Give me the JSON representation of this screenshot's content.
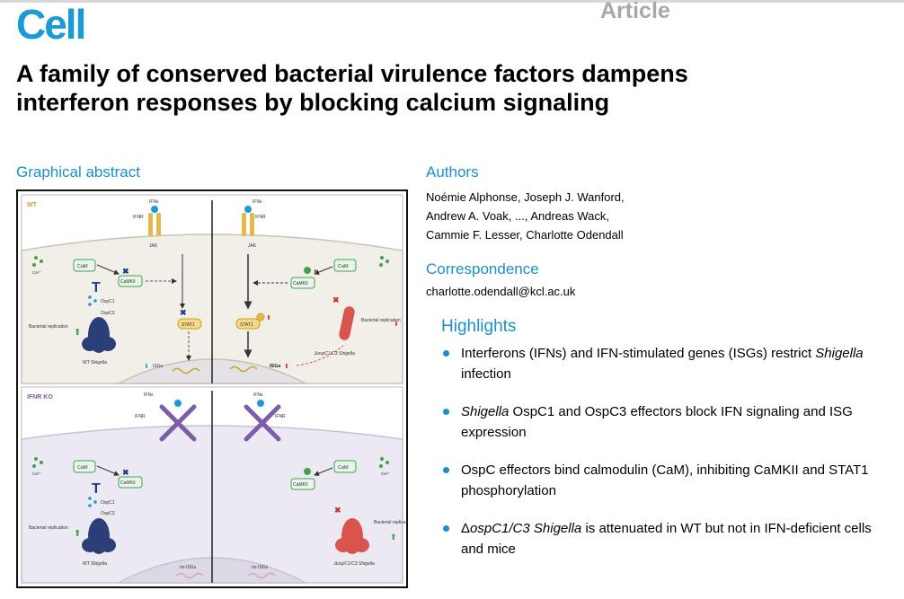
{
  "header": {
    "journal": "Cell",
    "article_type": "Article"
  },
  "title": "A family of conserved bacterial virulence factors dampens interferon responses by blocking calcium signaling",
  "graphical_abstract": {
    "heading": "Graphical abstract",
    "top_panel": {
      "label": "WT",
      "ifns": "IFNs",
      "ifnr": "IFNR",
      "jak": "JAK",
      "cam": "CaM",
      "ca": "Ca²⁺",
      "camkii": "CaMKII",
      "ospc1": "OspC1",
      "ospc3": "OspC3",
      "stat1": "STAT1",
      "isgs": "ISGs",
      "bacterial_replication": "Bacterial replication",
      "wt_shigella": "WT Shigella",
      "mutant_shigella": "ΔospC1/C3 Shigella"
    },
    "bottom_panel": {
      "label": "IFNR KO",
      "ifns": "IFNs",
      "ifnr": "IFNR",
      "cam": "CaM",
      "ca": "Ca²⁺",
      "camkii": "CaMKII",
      "ospc1": "OspC1",
      "ospc3": "OspC3",
      "bacterial_replication": "Bacterial replication",
      "wt_shigella": "WT Shigella",
      "mutant_shigella": "ΔospC1/C3 Shigella",
      "no_isgs": "no ISGs"
    },
    "colors": {
      "cell_fill": "#f2efe9",
      "ko_fill": "#ece9f3",
      "shigella_wt": "#2a3f78",
      "shigella_mutant": "#d9534f",
      "receptor": "#e6b84a",
      "cam_green": "#3fa34d",
      "ko_cross": "#7b5ea7"
    }
  },
  "authors": {
    "heading": "Authors",
    "lines": [
      "Noémie Alphonse, Joseph J. Wanford,",
      "Andrew A. Voak, ..., Andreas Wack,",
      "Cammie F. Lesser, Charlotte Odendall"
    ]
  },
  "correspondence": {
    "heading": "Correspondence",
    "email": "charlotte.odendall@kcl.ac.uk"
  },
  "highlights": {
    "heading": "Highlights",
    "items": [
      {
        "pre": "Interferons (IFNs) and IFN-stimulated genes (ISGs) restrict ",
        "em": "Shigella",
        "post": " infection"
      },
      {
        "pre": "",
        "em": "Shigella",
        "post": " OspC1 and OspC3 effectors block IFN signaling and ISG expression"
      },
      {
        "pre": "OspC effectors bind calmodulin (CaM), inhibiting CaMKII and STAT1 phosphorylation",
        "em": "",
        "post": ""
      },
      {
        "pre": "Δ",
        "em": "ospC1/C3 Shigella",
        "post": " is attenuated in WT but not in IFN-deficient cells and mice"
      }
    ]
  }
}
